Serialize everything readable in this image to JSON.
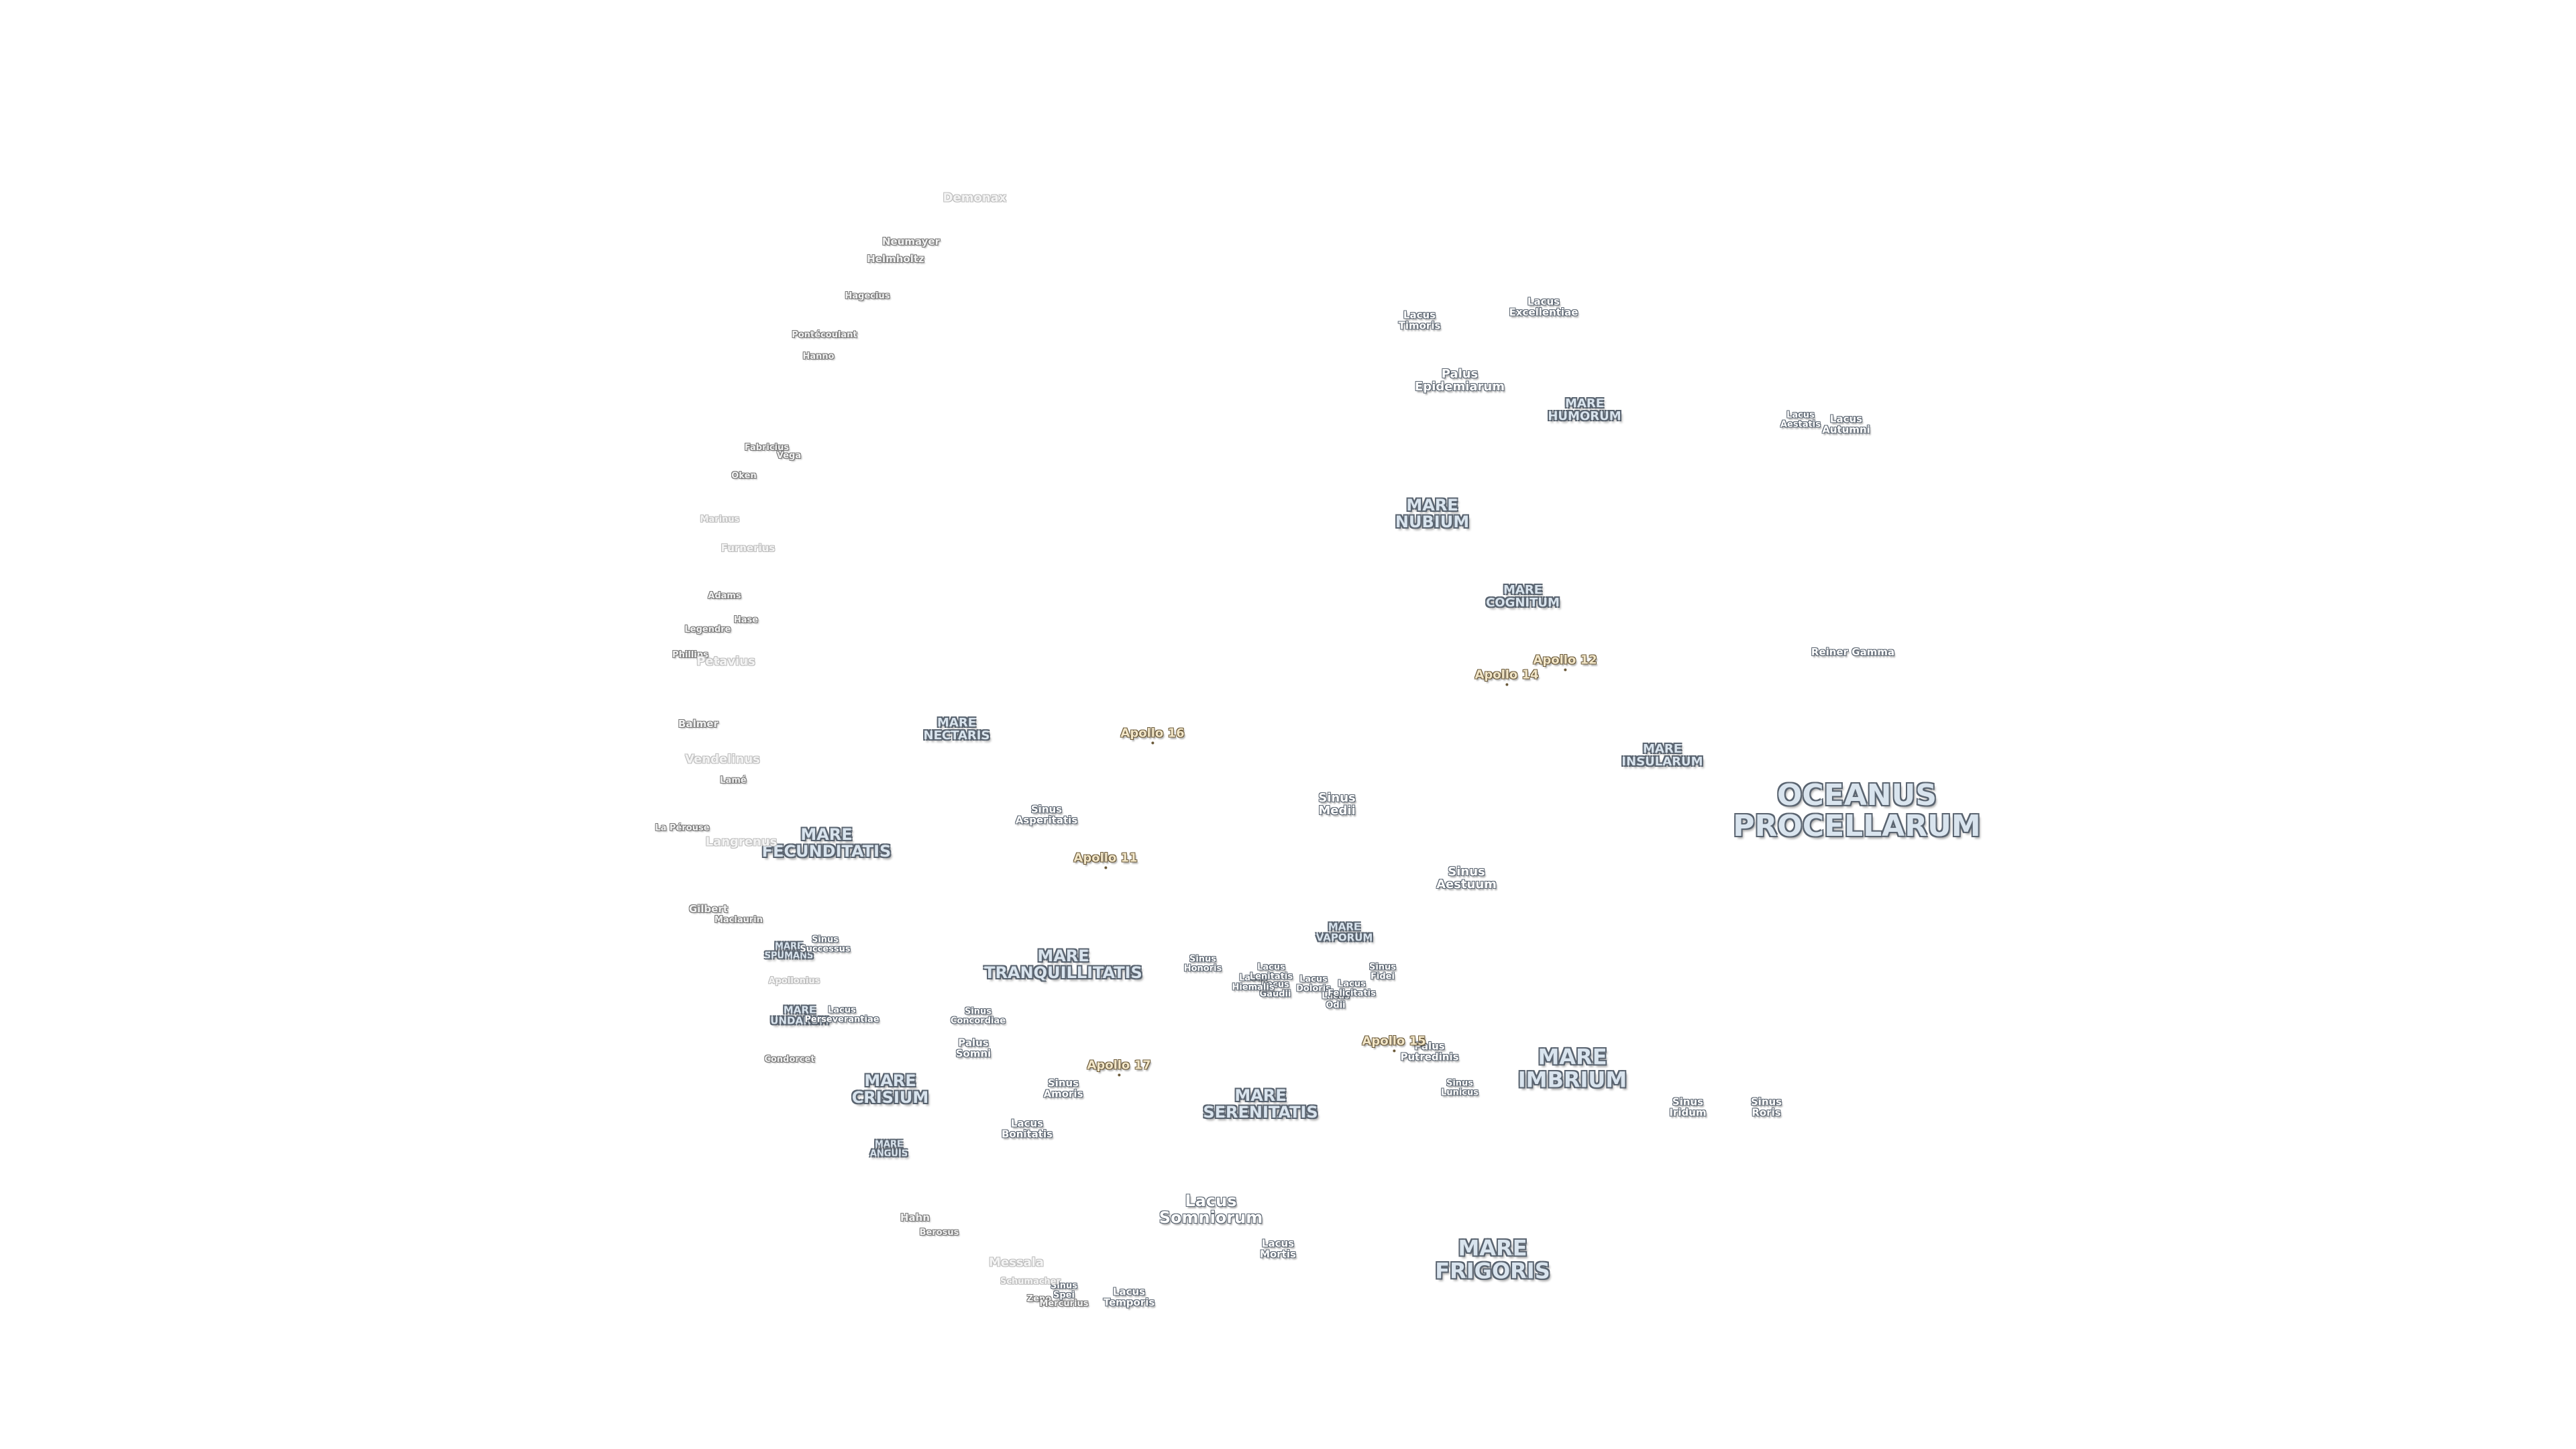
{
  "map": {
    "oceanus_procellarum": "OCEANUS\nPROCELLARUM",
    "mare_imbrium": "MARE\nIMBRIUM",
    "mare_frigoris": "MARE\nFRIGORIS",
    "mare_tranquillitatis": "MARE\nTRANQUILLITATIS",
    "mare_serenitatis": "MARE\nSERENITATIS",
    "mare_fecunditatis": "MARE\nFECUNDITATIS",
    "mare_crisium": "MARE\nCRISIUM",
    "mare_nubium": "MARE\nNUBIUM",
    "mare_humorum": "MARE\nHUMORUM",
    "mare_cognitum": "MARE\nCOGNITUM",
    "mare_insularum": "MARE\nINSULARUM",
    "mare_nectaris": "MARE\nNECTARIS",
    "mare_vaporum": "MARE\nVAPORUM",
    "mare_spumans": "MARE\nSPUMANS",
    "mare_undarum": "MARE\nUNDARUM",
    "mare_anguis": "MARE\nANGUIS",
    "lacus_somniorum": "Lacus\nSomniorum",
    "lacus_mortis": "Lacus\nMortis",
    "lacus_temporis": "Lacus\nTemporis",
    "lacus_bonitatis": "Lacus\nBonitatis",
    "lacus_timoris": "Lacus\nTimoris",
    "lacus_excellentiae": "Lacus\nExcellentiae",
    "lacus_aestatis": "Lacus\nAestatis",
    "lacus_autumni": "Lacus\nAutumni",
    "lacus_doloris": "Lacus\nDoloris",
    "lacus_gaudii": "Lacus\nGaudii",
    "lacus_hiemalis": "Lacus\nHiemalis",
    "lacus_lenitatis": "Lacus\nLenitatis",
    "lacus_odii": "Lacus\nOdii",
    "lacus_perseverantiae": "Lacus\nPerseverantiae",
    "lacus_felicitatis": "Lacus\nFelicitatis",
    "sinus_medii": "Sinus\nMedii",
    "sinus_aestuum": "Sinus\nAestuum",
    "sinus_iridum": "Sinus\nIridum",
    "sinus_roris": "Sinus\nRoris",
    "sinus_asperitatis": "Sinus\nAsperitatis",
    "sinus_amoris": "Sinus\nAmoris",
    "sinus_concordiae": "Sinus\nConcordiae",
    "sinus_honoris": "Sinus\nHonoris",
    "sinus_fidei": "Sinus\nFidei",
    "sinus_lunicus": "Sinus\nLunicus",
    "sinus_successus": "Sinus\nSuccessus",
    "sinus_spei": "Sinus\nSpei",
    "palus_epidemiarum": "Palus\nEpidemiarum",
    "palus_somni": "Palus\nSomni",
    "palus_putredinis": "Palus\nPutredinis",
    "reiner_gamma": "Reiner Gamma",
    "apollo_11": "Apollo 11",
    "apollo_12": "Apollo 12",
    "apollo_14": "Apollo 14",
    "apollo_15": "Apollo 15",
    "apollo_16": "Apollo 16",
    "apollo_17": "Apollo 17",
    "crater_demonax": "Demonax",
    "crater_neumayer": "Neumayer",
    "crater_helmholtz": "Helmholtz",
    "crater_hagecius": "Hagecius",
    "crater_pontecoulant": "Pontécoulant",
    "crater_hanno": "Hanno",
    "crater_fabricius": "Fabricius",
    "crater_vega": "Vega",
    "crater_oken": "Oken",
    "crater_marinus": "Marinus",
    "crater_furnerius": "Furnerius",
    "crater_adams": "Adams",
    "crater_hase": "Hase",
    "crater_legendre": "Legendre",
    "crater_phillips": "Phillips",
    "crater_petavius": "Petavius",
    "crater_balmer": "Balmer",
    "crater_vendelinus": "Vendelinus",
    "crater_lame": "Lamé",
    "crater_la_perouse": "La Pérouse",
    "crater_langrenus": "Langrenus",
    "crater_gilbert": "Gilbert",
    "crater_maclaurin": "Maclaurin",
    "crater_apollonius": "Apollonius",
    "crater_condorcet": "Condorcet",
    "crater_hahn": "Hahn",
    "crater_berosus": "Berosus",
    "crater_messala": "Messala",
    "crater_schumacher": "Schumacher",
    "crater_zeno": "Zeno",
    "crater_mercurius": "Mercurius"
  }
}
